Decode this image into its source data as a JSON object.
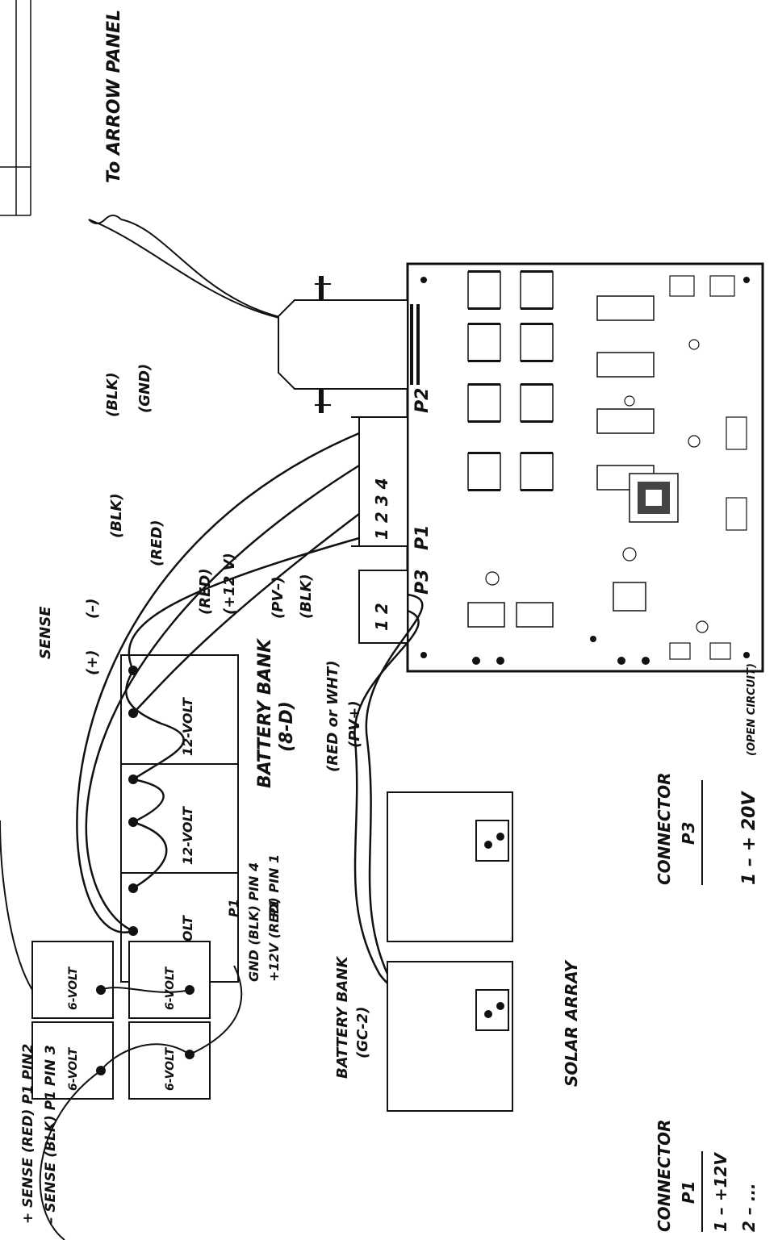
{
  "labels": {
    "to_arrow_panel": "To ARROW PANEL",
    "sense_plus_note": "+ SENSE (RED) P1 PIN2",
    "sense_minus_note": "– SENSE (BLK) P1 PIN 3",
    "gnd_note_line1": "P1",
    "gnd_note_line2": "GND (BLK) PIN 4",
    "gnd_note_line3": "P1",
    "v12_note": "+12V (RED) PIN 1",
    "battery_bank_8d": "BATTERY BANK",
    "battery_bank_8d_sub": "(8-D)",
    "battery_bank_gc2": "BATTERY BANK",
    "battery_bank_gc2_sub": "(GC-2)",
    "sense": "SENSE",
    "sense_plus": "(+)",
    "sense_minus": "(–)",
    "solar_array": "SOLAR ARRAY",
    "red": "(RED)",
    "blk1": "(BLK)",
    "blk2": "(BLK)",
    "gnd": "(GND)",
    "red_12v_a": "(RED)",
    "red_12v_b": "(+12 V)",
    "pv_minus": "(PV–)",
    "pv_blk": "(BLK)",
    "red_wht": "(RED or WHT)",
    "pv_plus": "(PV+)",
    "p1": "P1",
    "p2": "P2",
    "p3": "P3",
    "p1_pins": "1 2 3 4",
    "p3_pins": "1 2"
  },
  "batteries_12v": [
    "12-VOLT",
    "12-VOLT",
    "12-VOLT"
  ],
  "batteries_6v": [
    "6-VOLT",
    "6-VOLT",
    "6-VOLT",
    "6-VOLT"
  ],
  "connector_p1": {
    "title": "CONNECTOR",
    "name": "P1",
    "rows": [
      "1 – +12V",
      "2 – ..."
    ]
  },
  "connector_p3": {
    "title": "CONNECTOR",
    "name": "P3",
    "rows": [
      "1 – + 20V"
    ],
    "note": "(OPEN CIRCUIT)"
  }
}
